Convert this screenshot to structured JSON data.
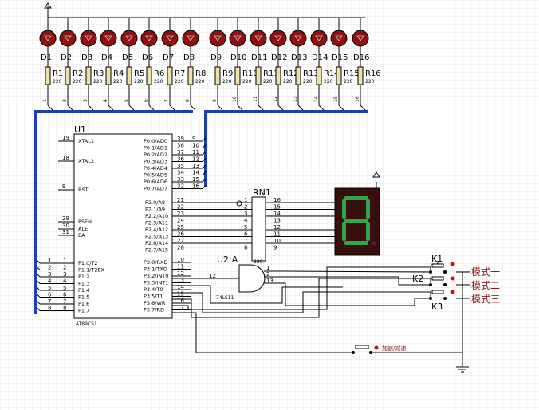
{
  "leds": [
    "D1",
    "D2",
    "D3",
    "D4",
    "D5",
    "D6",
    "D7",
    "D8",
    "D9",
    "D10",
    "D11",
    "D12",
    "D13",
    "D14",
    "D15",
    "D16"
  ],
  "resistors": [
    "R1",
    "R2",
    "R3",
    "R4",
    "R5",
    "R6",
    "R7",
    "R8",
    "R9",
    "R10",
    "R11",
    "R12",
    "R13",
    "R14",
    "R15",
    "R16"
  ],
  "resistor_value": "220",
  "bus_numbers": [
    "1",
    "2",
    "3",
    "4",
    "5",
    "6",
    "7",
    "8",
    "9",
    "10",
    "11",
    "12",
    "13",
    "14",
    "15",
    "16"
  ],
  "mcu": {
    "ref": "U1",
    "part": "AT89C51",
    "left_pins": [
      {
        "num": "19",
        "name": "XTAL1"
      },
      {
        "num": "18",
        "name": "XTAL2"
      },
      {
        "num": "9",
        "name": "RST"
      },
      {
        "num": "29",
        "name": "PSEN"
      },
      {
        "num": "30",
        "name": "ALE"
      },
      {
        "num": "31",
        "name": "EA"
      }
    ],
    "p1_pins": [
      {
        "num": "1",
        "name": "P1.0/T2",
        "net": "1"
      },
      {
        "num": "2",
        "name": "P1.1/T2EX",
        "net": "2"
      },
      {
        "num": "3",
        "name": "P1.2",
        "net": "3"
      },
      {
        "num": "4",
        "name": "P1.3",
        "net": "4"
      },
      {
        "num": "5",
        "name": "P1.4",
        "net": "5"
      },
      {
        "num": "6",
        "name": "P1.5",
        "net": "6"
      },
      {
        "num": "7",
        "name": "P1.6",
        "net": "7"
      },
      {
        "num": "8",
        "name": "P1.7",
        "net": "8"
      }
    ],
    "p0_pins": [
      {
        "num": "39",
        "name": "P0.0/AD0",
        "net": "9"
      },
      {
        "num": "38",
        "name": "P0.1/AD1",
        "net": "10"
      },
      {
        "num": "37",
        "name": "P0.2/AD2",
        "net": "11"
      },
      {
        "num": "36",
        "name": "P0.3/AD3",
        "net": "12"
      },
      {
        "num": "35",
        "name": "P0.4/AD4",
        "net": "13"
      },
      {
        "num": "34",
        "name": "P0.5/AD5",
        "net": "14"
      },
      {
        "num": "33",
        "name": "P0.6/AD6",
        "net": "15"
      },
      {
        "num": "32",
        "name": "P0.7/AD7",
        "net": "16"
      }
    ],
    "p2_pins": [
      {
        "num": "21",
        "name": "P2.0/A8"
      },
      {
        "num": "22",
        "name": "P2.1/A9"
      },
      {
        "num": "23",
        "name": "P2.2/A10"
      },
      {
        "num": "24",
        "name": "P2.3/A11"
      },
      {
        "num": "25",
        "name": "P2.4/A12"
      },
      {
        "num": "26",
        "name": "P2.5/A13"
      },
      {
        "num": "27",
        "name": "P2.6/A14"
      },
      {
        "num": "28",
        "name": "P2.7/A15"
      }
    ],
    "p3_pins": [
      {
        "num": "10",
        "name": "P3.0/RXD"
      },
      {
        "num": "11",
        "name": "P3.1/TXD"
      },
      {
        "num": "12",
        "name": "P3.2/INT0"
      },
      {
        "num": "13",
        "name": "P3.3/INT1"
      },
      {
        "num": "14",
        "name": "P3.4/T0"
      },
      {
        "num": "15",
        "name": "P3.5/T1"
      },
      {
        "num": "16",
        "name": "P3.6/WR"
      },
      {
        "num": "17",
        "name": "P3.7/RD"
      }
    ]
  },
  "rn": {
    "ref": "RN1",
    "value": "220",
    "left_pins": [
      "1",
      "2",
      "3",
      "4",
      "5",
      "6",
      "7",
      "8"
    ],
    "right_pins": [
      "16",
      "15",
      "14",
      "13",
      "12",
      "11",
      "10",
      "9"
    ]
  },
  "gate": {
    "ref": "U2:A",
    "part": "74LS11",
    "inputs": [
      "1",
      "2",
      "13"
    ],
    "output": "12"
  },
  "switches": [
    {
      "ref": "K1",
      "label": "模式一"
    },
    {
      "ref": "K2",
      "label": "模式二"
    },
    {
      "ref": "K3",
      "label": "模式三"
    }
  ],
  "speed_button_label": "加速/减速",
  "seven_seg_digit": "8",
  "colors": {
    "bus": "#1f3fb0",
    "led": "#8c1212",
    "segment_on": "#2fa64a",
    "display_bg": "#3a0f0f",
    "mode_label": "#8b1a1a",
    "resistor": "#f0e0a8"
  }
}
